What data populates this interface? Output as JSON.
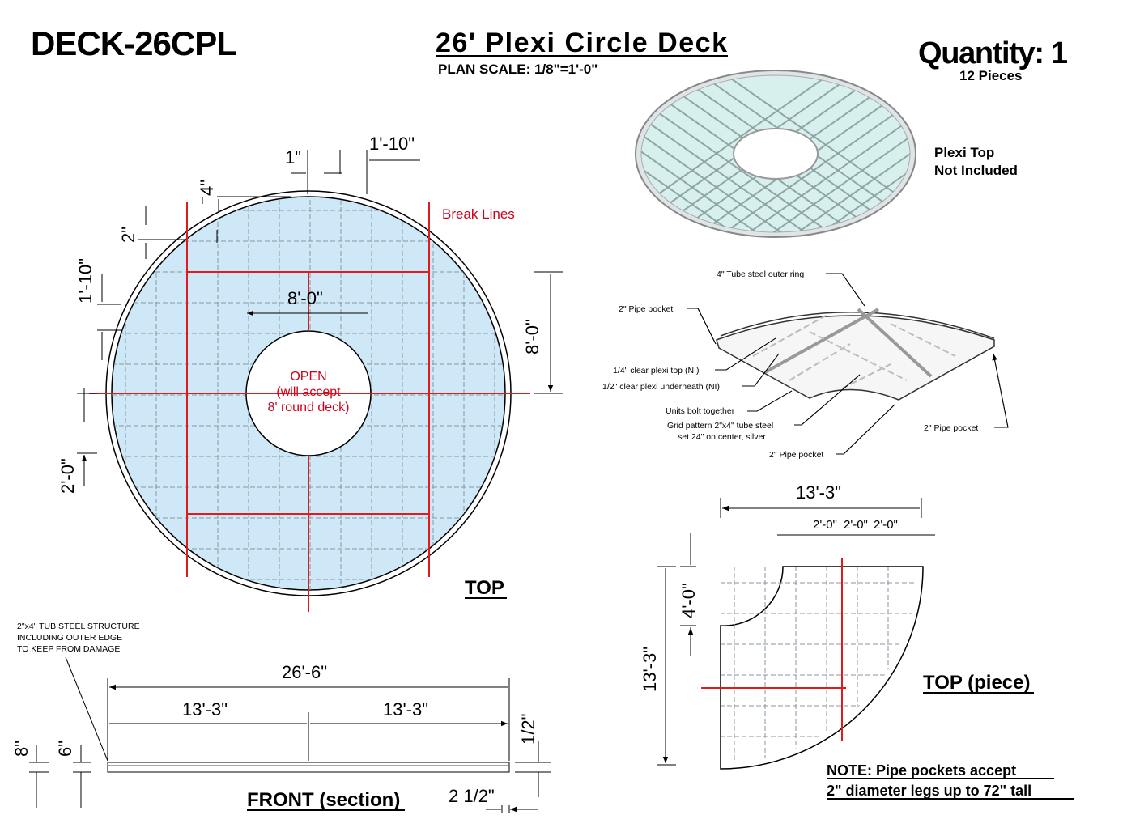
{
  "header": {
    "model": "DECK-26CPL",
    "title": "26' Plexi Circle Deck",
    "scale": "PLAN  SCALE: 1/8\"=1'-0\"",
    "quantity": "Quantity: 1",
    "pieces": "12 Pieces"
  },
  "render_note": {
    "line1": "Plexi Top",
    "line2": "Not Included"
  },
  "top_view": {
    "label": "TOP",
    "break_lines": "Break Lines",
    "open_lines": [
      "OPEN",
      "(will accept",
      "8' round deck)"
    ],
    "dims": {
      "d1": "1\"",
      "d2": "1'-10\"",
      "d3": "4\"",
      "d4": "2\"",
      "d5": "1'-10\"",
      "d6": "8'-0\"",
      "d7": "8'-0\"",
      "d8": "2'-0\""
    }
  },
  "detail_callouts": {
    "outer_ring": "4\" Tube steel outer ring",
    "pipe_pocket_1": "2\" Pipe pocket",
    "plexi_top": "1/4\" clear plexi top (NI)",
    "plexi_under": "1/2\" clear plexi  underneath (NI)",
    "bolt": "Units bolt together",
    "grid_1": "Grid pattern 2\"x4\" tube steel",
    "grid_2": "set 24\" on center, silver",
    "pipe_pocket_2": "2\" Pipe pocket",
    "pipe_pocket_3": "2\" Pipe pocket"
  },
  "piece_view": {
    "label": "TOP (piece)",
    "dims": {
      "width": "13'-3\"",
      "g1": "2'-0\"",
      "g2": "2'-0\"",
      "g3": "2'-0\"",
      "height": "13'-3\"",
      "inner": "4'-0\""
    },
    "note1": "NOTE: Pipe pockets accept",
    "note2": "2\" diameter legs up to 72\" tall"
  },
  "front_view": {
    "label": "FRONT (section)",
    "structure_note": [
      "2\"x4\" TUB STEEL  STRUCTURE",
      "INCLUDING OUTER EDGE",
      "TO KEEP FROM DAMAGE"
    ],
    "dims": {
      "overall": "26'-6\"",
      "half_left": "13'-3\"",
      "half_right": "13'-3\"",
      "h8": "8\"",
      "h6": "6\"",
      "half_in": "1/2\"",
      "edge": "2 1/2\""
    }
  },
  "colors": {
    "plexi": "#cfe8f8",
    "break": "#e01b1b"
  }
}
